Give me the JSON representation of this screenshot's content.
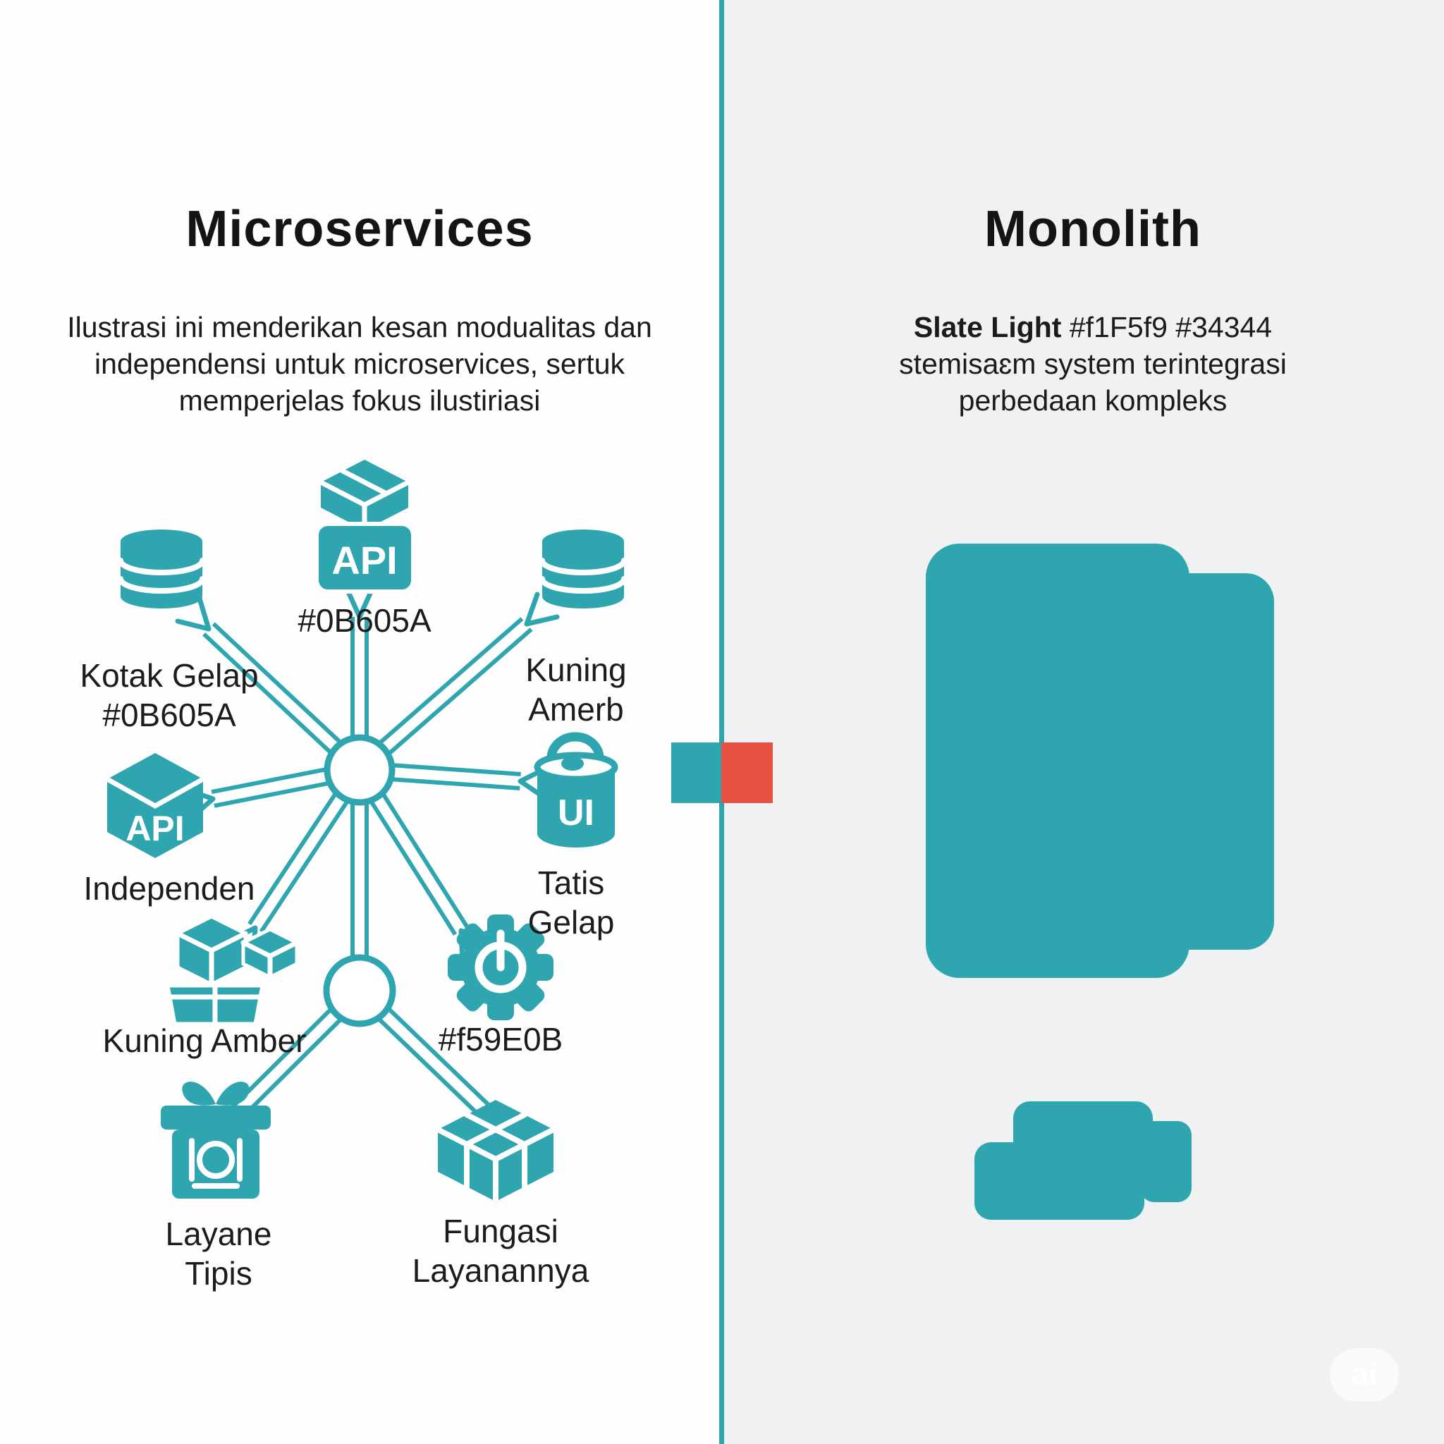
{
  "panel_left": {
    "title": "Microservices",
    "description": [
      "Ilustrasi ini menderikan kesan modualitas dan",
      "independensi untuk microservices, sertuk",
      "memperjelas fokus ilustiriasi"
    ],
    "hub_api": {
      "badge": "API",
      "hex": "#0B605A"
    },
    "db_left": {
      "line1": "Kotak Gelap",
      "line2": "#0B605A"
    },
    "db_right": {
      "line1": "Kuning",
      "line2": "Amerb"
    },
    "api_cube": {
      "badge": "API",
      "label": "Independen"
    },
    "ui_bucket": {
      "badge": "UI",
      "line1": "Tatis",
      "line2": "Gelap"
    },
    "boxes": {
      "label": "Kuning Amber"
    },
    "gear": {
      "label": "#f59E0B"
    },
    "gift": {
      "line1": "Layane",
      "line2": "Tipis"
    },
    "package": {
      "line1": "Fungasi",
      "line2": "Layanannya"
    }
  },
  "panel_right": {
    "title": "Monolith",
    "description_bold": "Slate Light",
    "description_line1_rest": " #f1F5f9 #34344",
    "description_line2": "stemisaɛm system terintegrasi",
    "description_line3": "perbedaan kompleks"
  },
  "watermark": "ai",
  "colors": {
    "teal": "#2fa6af",
    "red": "#e8503f",
    "panel_left_bg": "#fefefe",
    "panel_right_bg": "#f0f1f2",
    "text": "#191919"
  }
}
